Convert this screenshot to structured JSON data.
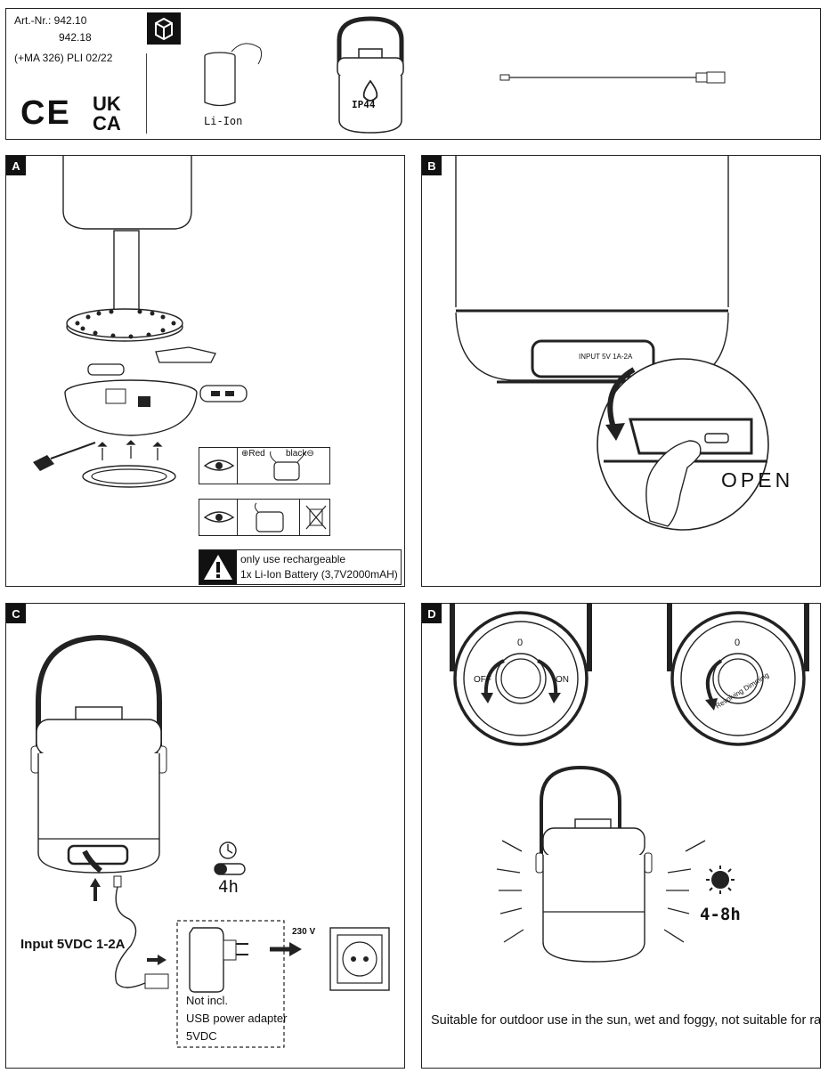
{
  "header": {
    "art_nr_label": "Art.-Nr.: 942.10",
    "art_nr_second": "942.18",
    "ma_line": "(+MA 326) PLI 02/22",
    "ce_mark": "CE",
    "ukca_top": "UK",
    "ukca_bottom": "CA",
    "battery_label": "Li-Ion",
    "ip_rating": "IP44"
  },
  "panel_a": {
    "tag": "A",
    "red_label": "⊕Red",
    "black_label": "black⊖",
    "warning_line1": "only use rechargeable",
    "warning_line2": "1x Li-Ion Battery (3,7V2000mAH)"
  },
  "panel_b": {
    "tag": "B",
    "input_label": "INPUT 5V 1A-2A",
    "open_label": "OPEN"
  },
  "panel_c": {
    "tag": "C",
    "charge_time": "4h",
    "input_label": "Input 5VDC 1-2A",
    "voltage_label": "230 V",
    "adapter_line1": "Not incl.",
    "adapter_line2": "USB power adapter",
    "adapter_line3": "5VDC"
  },
  "panel_d": {
    "tag": "D",
    "zero_left": "0",
    "off_label": "OFF",
    "on_label": "ON",
    "zero_right": "0",
    "dimming_label": "Revolving Dimming",
    "runtime": "4-8h",
    "suitability": "Suitable for outdoor use in the sun, wet and foggy, not suitable for rain."
  }
}
